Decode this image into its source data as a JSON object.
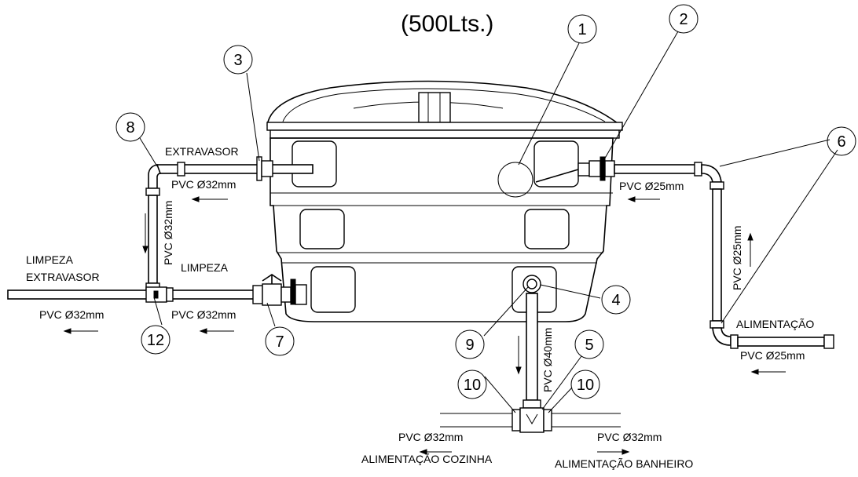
{
  "title": "(500Lts.)",
  "labels": {
    "extravasor": "EXTRAVASOR",
    "pvc32_top": "PVC Ø32mm",
    "pvc25_top": "PVC Ø25mm",
    "pvc32_vertical": "PVC Ø32mm",
    "limpeza_extravasor_1": "LIMPEZA",
    "limpeza_extravasor_2": "EXTRAVASOR",
    "limpeza": "LIMPEZA",
    "pvc32_left": "PVC Ø32mm",
    "pvc32_mid": "PVC Ø32mm",
    "pvc25_vertical": "PVC Ø25mm",
    "alimentacao": "ALIMENTAÇÃO",
    "pvc25_bottom": "PVC Ø25mm",
    "pvc40_vertical": "PVC Ø40mm",
    "pvc32_bottom_left": "PVC Ø32mm",
    "pvc32_bottom_right": "PVC Ø32mm",
    "alimentacao_cozinha": "ALIMENTAÇÃO COZINHA",
    "alimentacao_banheiro": "ALIMENTAÇÃO BANHEIRO"
  },
  "callouts": {
    "c1": "1",
    "c2": "2",
    "c3": "3",
    "c4": "4",
    "c5": "5",
    "c6": "6",
    "c7": "7",
    "c8": "8",
    "c9": "9",
    "c10a": "10",
    "c10b": "10",
    "c12": "12"
  }
}
